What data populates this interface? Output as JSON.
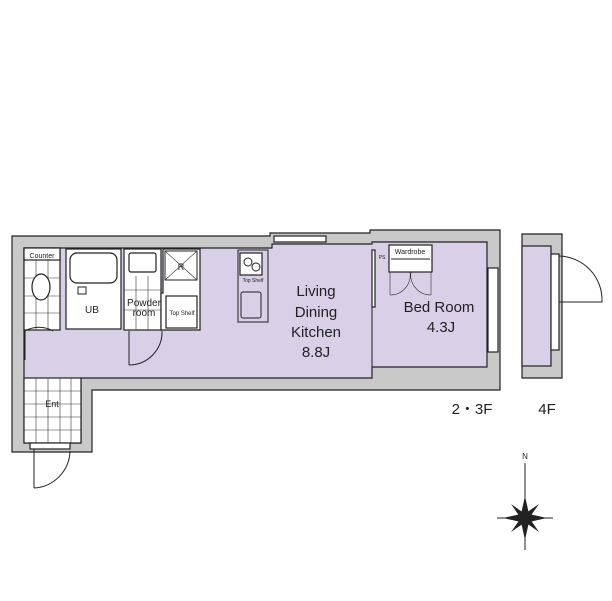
{
  "floor_plan": {
    "rooms": {
      "counter": "Counter",
      "ub": "UB",
      "powder_room_line1": "Powder",
      "powder_room_line2": "room",
      "refrigerator": "R",
      "top_shelf_1": "Top Shelf",
      "top_shelf_2": "Top Shelf",
      "ldk_line1": "Living",
      "ldk_line2": "Dining",
      "ldk_line3": "Kitchen",
      "ldk_size": "8.8J",
      "wardrobe": "Wardrobe",
      "ps": "PS",
      "bedroom": "Bed Room",
      "bedroom_size": "4.3J",
      "entrance": "Ent"
    },
    "floor_labels": {
      "main": "2・3F",
      "upper": "4F"
    },
    "compass": {
      "north": "N"
    },
    "colors": {
      "room_fill": "#d9cfe6",
      "wall_fill": "#c9c9c9"
    }
  }
}
